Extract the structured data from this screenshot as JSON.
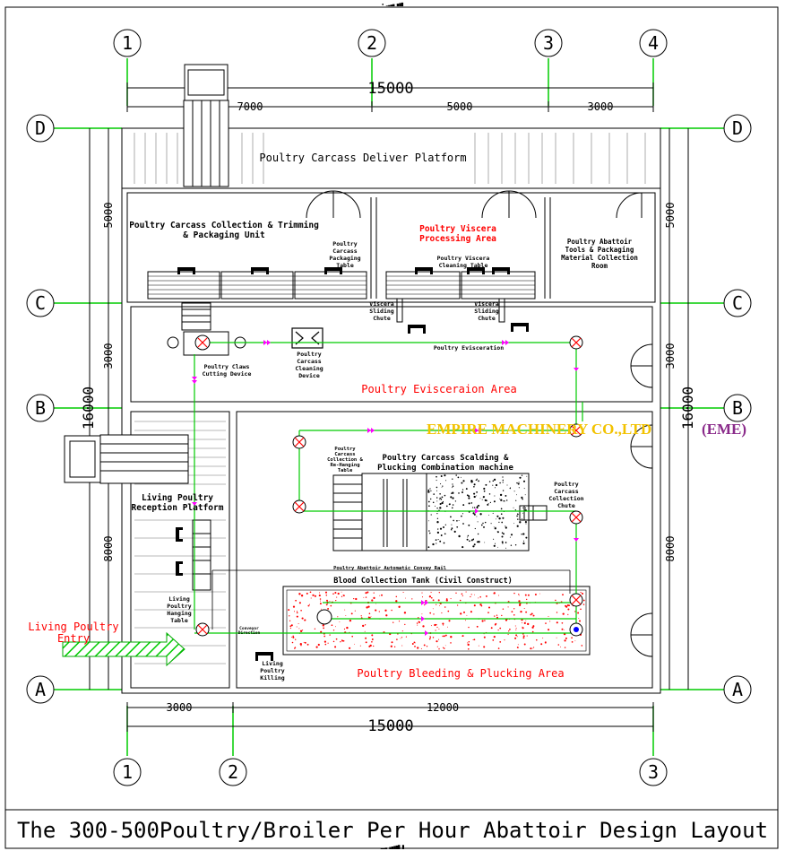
{
  "header_tiny": "▪ ▁▂▃▄ ▅▆▇",
  "footer_tiny": "▁▂▃ ▄▅▆▇█ ▉",
  "axes": {
    "top": [
      "1",
      "2",
      "3",
      "4"
    ],
    "bottom": [
      "1",
      "2",
      "3"
    ],
    "rows": [
      "D",
      "C",
      "B",
      "A"
    ]
  },
  "dimensions": {
    "top_total": "15000",
    "top_segments": [
      "7000",
      "5000",
      "3000"
    ],
    "bottom_total": "15000",
    "bottom_segments": [
      "3000",
      "12000"
    ],
    "left_total": "16000",
    "left_segments": [
      "5000",
      "3000",
      "8000"
    ],
    "right_total": "16000",
    "right_segments": [
      "5000",
      "3000",
      "8000"
    ]
  },
  "areas": {
    "deliver_platform": "Poultry Carcass Deliver Platform",
    "collection_unit_1": "Poultry Carcass Collection & Trimming",
    "collection_unit_2": "& Packaging Unit",
    "viscera_area_1": "Poultry Viscera",
    "viscera_area_2": "Processing Area",
    "tools_room_1": "Poultry Abattoir",
    "tools_room_2": "Tools & Packaging",
    "tools_room_3": "Material Collection",
    "tools_room_4": "Room",
    "evisceration_area": "Poultry Evisceraion Area",
    "reception_1": "Living Poultry",
    "reception_2": "Reception Platform",
    "bleeding_area": "Poultry Bleeding & Plucking Area"
  },
  "equipment": {
    "packaging_table": [
      "Poultry",
      "Carcass",
      "Packaging",
      "Table"
    ],
    "viscera_cleaning_table": [
      "Poultry Viscera",
      "Cleaning Table"
    ],
    "viscera_chute_1": [
      "Viscera",
      "Sliding",
      "Chute"
    ],
    "viscera_chute_2": [
      "Viscera",
      "Sliding",
      "Chute"
    ],
    "evisceration": "Poultry Evisceration",
    "claws_cutting": [
      "Poultry Claws",
      "Cutting Device"
    ],
    "carcass_cleaning": [
      "Poultry",
      "Carcass",
      "Cleaning",
      "Device"
    ],
    "rehanging_table": [
      "Poultry",
      "Carcass",
      "Collection &",
      "Re-Hanging",
      "Table"
    ],
    "scalding_machine": [
      "Poultry Carcass Scalding &",
      "Plucking Combination machine"
    ],
    "collection_chute": [
      "Poultry",
      "Carcass",
      "Collection",
      "Chute"
    ],
    "conveyor_rail": "Poultry Abattoir Automatic Convey Rail",
    "blood_tank": "Blood Collection Tank (Civil Construct)",
    "hanging_table": [
      "Living",
      "Poultry",
      "Hanging",
      "Table"
    ],
    "conveyor_direction": [
      "Conveyor",
      "Direction"
    ],
    "killing": [
      "Living",
      "Poultry",
      "Killing"
    ]
  },
  "entry": [
    "Living Poultry",
    "Entry"
  ],
  "watermark": {
    "company": "EMPIRE MACHINERY CO.,LTD",
    "abbr": "(EME)"
  },
  "title": "The 300-500Poultry/Broiler Per Hour Abattoir Design Layout",
  "colors": {
    "axis_green": "#00cc00",
    "label_red": "#ff0000",
    "rail_magenta": "#ff00ff",
    "watermark_gold": "#f2c200",
    "watermark_purple": "#8a2a8a"
  }
}
